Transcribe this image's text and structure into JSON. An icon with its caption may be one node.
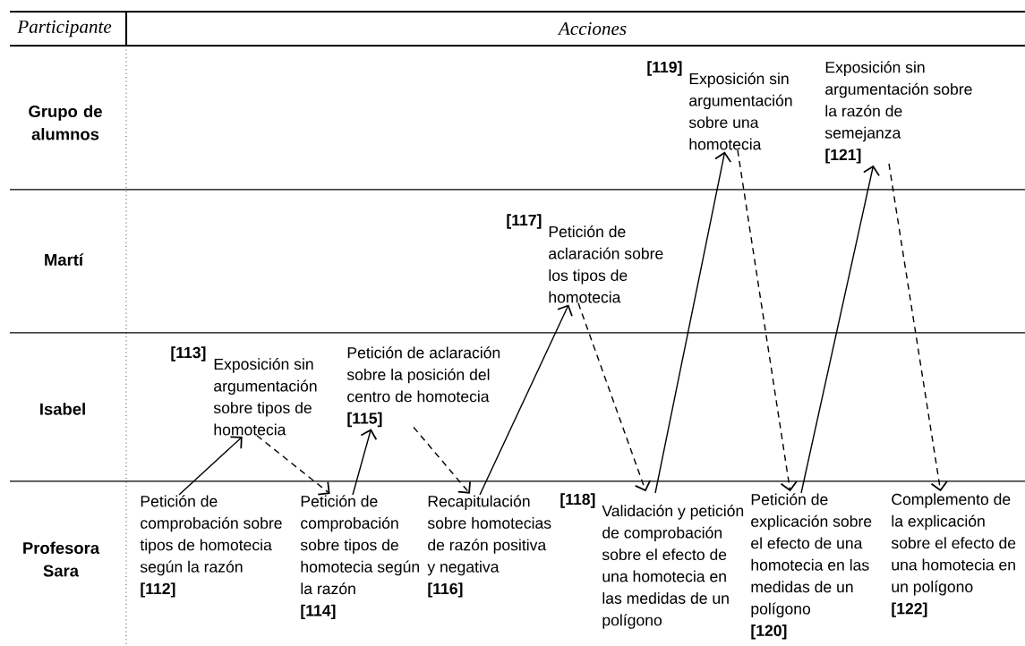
{
  "diagram": {
    "nodes": [
      {
        "text": [
          "Petición de comprobación sobre tipos de homotecia según la razón",
          "[112]"
        ]
      },
      {
        "text": [
          "[113]",
          "Exposición sin argumentación sobre tipos de homotecia"
        ]
      },
      {
        "text": [
          "Petición de comprobación sobre tipos de homotecia según la razón",
          "[114]"
        ]
      },
      {
        "text": [
          "Petición de aclaración sobre la posición del centro de homotecia",
          "[115]"
        ]
      },
      {
        "text": [
          "Recapitulación sobre homotecias de razón positiva y negativa",
          "[116]"
        ]
      },
      {
        "text": [
          "[117]",
          "Petición de aclaración sobre los tipos de homotecia"
        ]
      },
      {
        "text": [
          "[118]",
          "Validación y petición de comprobación sobre el efecto de una homotecia en las medidas de un polígono"
        ]
      },
      {
        "text": [
          "[119]",
          "Exposición sin argumentación sobre una homotecia"
        ]
      },
      {
        "text": [
          "Petición de explicación sobre el efecto de una homotecia en las medidas de un polígono",
          "[120]"
        ]
      },
      {
        "text": [
          "Exposición sin argumentación sobre la razón de semejanza",
          "[121]"
        ]
      },
      {
        "text": [
          "Complemento de la explicación sobre el efecto de una homotecia en un polígono",
          "[122]"
        ]
      }
    ],
    "edges": [
      {
        "from": 0,
        "to": 1,
        "arrow": "to"
      },
      {
        "from": 1,
        "to": 2,
        "arrow": "to",
        "style": "dashed"
      },
      {
        "from": 2,
        "to": 3,
        "arrow": "to"
      },
      {
        "from": 3,
        "to": 4,
        "arrow": "to",
        "style": "dashed"
      },
      {
        "from": 4,
        "to": 5,
        "arrow": "to"
      },
      {
        "from": 5,
        "to": 6,
        "arrow": "to",
        "style": "dashed"
      },
      {
        "from": 6,
        "to": 7,
        "arrow": "to"
      },
      {
        "from": 7,
        "to": 8,
        "arrow": "to",
        "style": "dashed"
      },
      {
        "from": 8,
        "to": 9,
        "arrow": "to"
      },
      {
        "from": 9,
        "to": 10,
        "arrow": "to",
        "style": "dashed"
      }
    ],
    "labels": [
      "Participante",
      "Acciones",
      "Grupo de alumnos",
      "Martí",
      "Isabel",
      "Profesora Sara"
    ]
  }
}
